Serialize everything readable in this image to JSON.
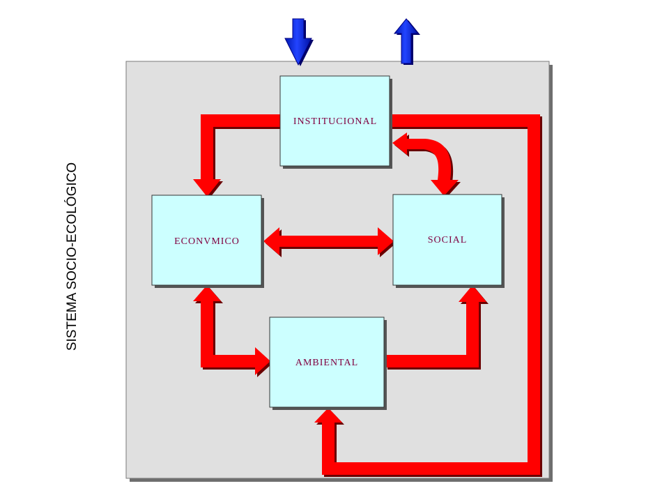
{
  "system_label": "SISTEMA SOCIO-ECOLÓGICO",
  "boxes": {
    "institucional": "INSTITUCIONAL",
    "economico": "ECONVMICO",
    "social": "SOCIAL",
    "ambiental": "AMBIENTAL"
  },
  "colors": {
    "system_background": "#e0e0e0",
    "box_fill": "#ccffff",
    "box_text": "#800040",
    "connector_arrow": "#ff0000",
    "external_arrow": "#0033ff"
  }
}
